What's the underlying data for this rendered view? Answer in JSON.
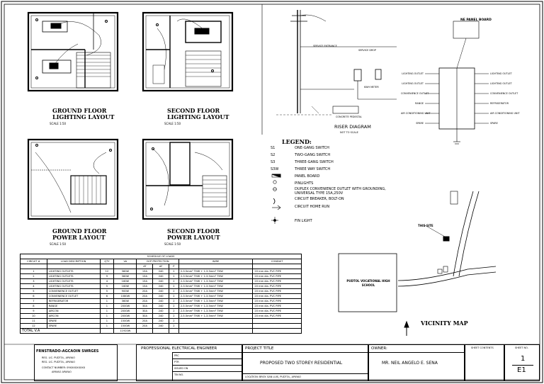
{
  "plans": {
    "gf_lighting": {
      "title1": "GROUND FLOOR",
      "title2": "LIGHTING LAYOUT",
      "scale": "SCALE 1:50"
    },
    "sf_lighting": {
      "title1": "SECOND FLOOR",
      "title2": "LIGHTING LAYOUT",
      "scale": "SCALE 1:50"
    },
    "gf_power": {
      "title1": "GROUND FLOOR",
      "title2": "POWER LAYOUT",
      "scale": "SCALE 1:50"
    },
    "sf_power": {
      "title1": "SECOND FLOOR",
      "title2": "POWER LAYOUT",
      "scale": "SCALE 1:50"
    }
  },
  "riser": {
    "title": "RISER DIAGRAM",
    "subtitle": "NOT TO SCALE",
    "panel_label": "NE PANEL BOARD",
    "left_outlets": [
      "LIGHTING OUTLET",
      "LIGHTING OUTLET",
      "CONVENIENCE OUTLET",
      "RANGE",
      "AIR CONDITIONING UNIT",
      "SPARE"
    ],
    "right_outlets": [
      "LIGHTING OUTLET",
      "LIGHTING OUTLET",
      "CONVENIENCE OUTLET",
      "REFRIGERATOR",
      "AIR CONDITIONING UNIT",
      "SPARE"
    ],
    "notes": [
      "SERVICE ENTRANCE",
      "CONCRETE PEDESTAL",
      "SERVICE DROP",
      "KWH METER"
    ]
  },
  "legend": {
    "title": "LEGEND:",
    "items": [
      {
        "sym": "S1",
        "text": "ONE-GANG SWITCH"
      },
      {
        "sym": "S2",
        "text": "TWO-GANG SWITCH"
      },
      {
        "sym": "S3",
        "text": "THREE-GANG SWITCH"
      },
      {
        "sym": "S3W",
        "text": "THREE WAY SWITCH"
      },
      {
        "sym": "",
        "text": "PANEL BOARD"
      },
      {
        "sym": "",
        "text": "PINLIGHTS"
      },
      {
        "sym": "",
        "text": "DUPLEX CONVENIENCE OUTLET WITH GROUNDING, UNIVERSAL TYPE 15A,250V"
      },
      {
        "sym": "",
        "text": "CIRCUIT BREAKER, BOLT-ON"
      },
      {
        "sym": "",
        "text": "CIRCUIT HOME RUN"
      },
      {
        "sym": "",
        "text": "FIN LIGHT"
      }
    ]
  },
  "schedule": {
    "title": "SCHEDULE OF LOADS",
    "headers": [
      "CIRCUIT #",
      "LOAD DESCRIPTION",
      "QTY",
      "VA",
      "OCP PROTECTION",
      "",
      "",
      "WIRE",
      "CONDUIT"
    ],
    "sub_headers": [
      "AT",
      "AF",
      "P"
    ],
    "rows": [
      [
        "1",
        "LIGHTING OUTLETS",
        "12",
        "360W",
        "15A",
        "240",
        "2",
        "2-3.5mm² THW + 1-3.5mm² THW",
        "20 mm dia. PVC PIPE"
      ],
      [
        "2",
        "LIGHTING OUTLETS",
        "9",
        "360W",
        "15A",
        "240",
        "2",
        "2-3.5mm² THW + 1-3.5mm² THW",
        "20 mm dia. PVC PIPE"
      ],
      [
        "3",
        "LIGHTING OUTLETS",
        "4",
        "160W",
        "15A",
        "240",
        "2",
        "2-3.5mm² THW + 1-3.5mm² THW",
        "20 mm dia. PVC PIPE"
      ],
      [
        "4",
        "LIGHTING OUTLETS",
        "5",
        "160W",
        "15A",
        "240",
        "2",
        "2-3.5mm² THW + 1-3.5mm² THW",
        "20 mm dia. PVC PIPE"
      ],
      [
        "5",
        "CONVENIENCE OUTLET",
        "5",
        "900W",
        "20A",
        "240",
        "2",
        "2-3.5mm² THW + 1-3.5mm² THW",
        "20 mm dia. PVC PIPE"
      ],
      [
        "6",
        "CONVENIENCE OUTLET",
        "6",
        "1080W",
        "20A",
        "240",
        "2",
        "2-3.5mm² THW + 1-3.5mm² THW",
        "20 mm dia. PVC PIPE"
      ],
      [
        "7",
        "REFRIGERATOR",
        "1",
        "360W",
        "20A",
        "240",
        "2",
        "2-3.5mm² THW + 1-3.5mm² THW",
        "20 mm dia. PVC PIPE"
      ],
      [
        "8",
        "RANGE",
        "1",
        "2000W",
        "30A",
        "240",
        "2",
        "2-5.5mm² THW + 1-3.5mm² THW",
        "20 mm dia. PVC PIPE"
      ],
      [
        "9",
        "AIRCON",
        "1",
        "2000W",
        "30A",
        "240",
        "2",
        "2-5.5mm² THW + 1-3.5mm² THW",
        "20 mm dia. PVC PIPE"
      ],
      [
        "10",
        "AIRCON",
        "1",
        "2000W",
        "30A",
        "240",
        "2",
        "2-5.5mm² THW + 1-3.5mm² THW",
        "20 mm dia. PVC PIPE"
      ],
      [
        "11",
        "SPARE",
        "1",
        "1500W",
        "20A",
        "240",
        "2",
        "",
        ""
      ],
      [
        "12",
        "SPARE",
        "1",
        "1500W",
        "20A",
        "240",
        "2",
        "",
        ""
      ]
    ],
    "total_label": "TOTAL V.A",
    "total_value": "11920W"
  },
  "vicinity": {
    "title": "VICINITY MAP",
    "school": "PUDTOL VOCATIONAL HIGH SCHOOL",
    "site": "THIS SITE"
  },
  "title_block": {
    "engineer_name": "FRNSTRADO-AGCAOIN SWRGES",
    "engineer_lines": [
      "REG. LIC. PUDTOL, APAYAO",
      "REG. LIC. PUDTOL, APAYAO",
      "CONTACT NUMBER: 09XXXXXXXXX",
      "APAYAO APAYAO"
    ],
    "professional": "PROFESSIONAL ELECTRICAL ENGINEER",
    "prof_rows": [
      "PRC",
      "PTR",
      "ISSUED ON",
      "TIN NO."
    ],
    "project_label": "PROJECT TITLE",
    "project": "PROPOSED TWO STOREY RESIDENTIAL",
    "location": "LOCATION: BRGY. SAN LUIS, PUDTOL, APAYAO",
    "owner_label": "OWNER:",
    "owner": "MR. NEIL ANGELO E. SENA",
    "sheet_contents": "SHEET CONTENTS",
    "sheet_no": "SHEET NO.",
    "sheet_num": "1",
    "sheet_code": "E1"
  }
}
